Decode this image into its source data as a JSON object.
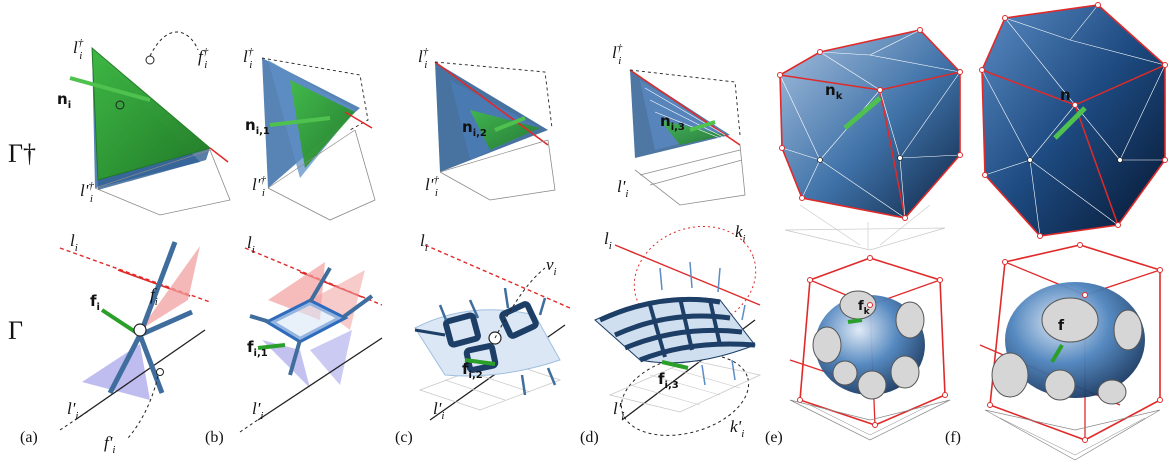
{
  "row_labels": {
    "top": "Γ†",
    "bottom": "Γ"
  },
  "panels": [
    {
      "id": "a",
      "caption": "(a)",
      "top": {
        "l_top": "l",
        "l_top_sup": "†",
        "l_top_sub": "i",
        "l_bot": "l'",
        "l_bot_sup": "†",
        "l_bot_sub": "i",
        "normal": "n",
        "normal_sub": "i",
        "face": "f",
        "face_sup": "†",
        "face_sub": "i"
      },
      "bottom": {
        "l_top": "l",
        "l_top_sub": "i",
        "l_bot": "l'",
        "l_bot_sub": "i",
        "force": "f",
        "force_sub": "i",
        "face": "f",
        "face_sub": "i",
        "face_prime": "f'",
        "face_prime_sub": "i"
      }
    },
    {
      "id": "b",
      "caption": "(b)",
      "top": {
        "l_top": "l",
        "l_top_sup": "†",
        "l_top_sub": "i",
        "l_bot": "l'",
        "l_bot_sup": "†",
        "l_bot_sub": "i",
        "normal": "n",
        "normal_sub": "i,1"
      },
      "bottom": {
        "l_top": "l",
        "l_top_sub": "i",
        "l_bot": "l'",
        "l_bot_sub": "i",
        "force": "f",
        "force_sub": "i,1"
      }
    },
    {
      "id": "c",
      "caption": "(c)",
      "top": {
        "l_top": "l",
        "l_top_sup": "†",
        "l_top_sub": "i",
        "l_bot": "l'",
        "l_bot_sup": "†",
        "l_bot_sub": "i",
        "normal": "n",
        "normal_sub": "i,2"
      },
      "bottom": {
        "l_top": "l",
        "l_top_sub": "i",
        "l_bot": "l'",
        "l_bot_sub": "i",
        "force": "f",
        "force_sub": "i,2",
        "vertex": "v",
        "vertex_sub": "i"
      }
    },
    {
      "id": "d",
      "caption": "(d)",
      "top": {
        "l_top": "l",
        "l_top_sup": "†",
        "l_top_sub": "i",
        "l_bot": "l'",
        "l_bot_sub": "i",
        "normal": "n",
        "normal_sub": "i,3"
      },
      "bottom": {
        "l_top": "l",
        "l_top_sub": "i",
        "l_bot": "l'",
        "l_bot_sub": "i",
        "force": "f",
        "force_sub": "i,3",
        "k_top": "k",
        "k_top_sub": "i",
        "k_bot": "k'",
        "k_bot_sub": "i"
      }
    },
    {
      "id": "e",
      "caption": "(e)",
      "top": {
        "normal": "n",
        "normal_sub": "k"
      },
      "bottom": {
        "force": "f",
        "force_sub": "k"
      }
    },
    {
      "id": "f",
      "caption": "(f)",
      "top": {
        "normal": "n"
      },
      "bottom": {
        "force": "f"
      }
    }
  ],
  "colors": {
    "green": "#2aa02a",
    "red": "#e02a2a",
    "blue_dark": "#1d3e66",
    "blue_mid": "#3f72a8",
    "pink": "#f2a0a0",
    "violet": "#a9a6ea",
    "grid": "#b5b5b5"
  }
}
